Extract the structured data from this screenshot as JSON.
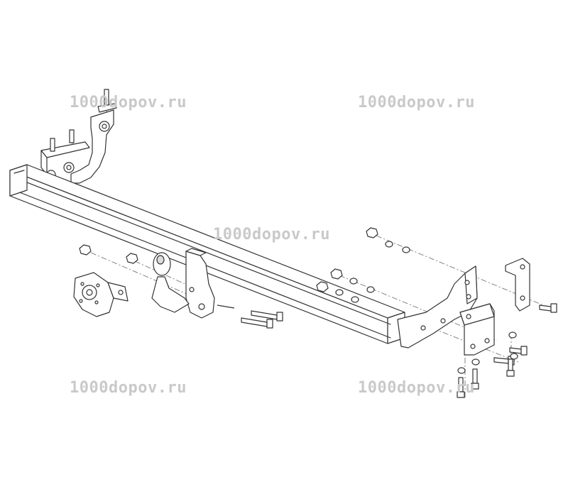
{
  "watermarks": [
    "1000dopov.ru",
    "1000dopov.ru",
    "1000dopov.ru",
    "1000dopov.ru",
    "1000dopov.ru"
  ],
  "line_color": "#333333",
  "watermark_color": "#c9c9c9",
  "background": "#ffffff"
}
